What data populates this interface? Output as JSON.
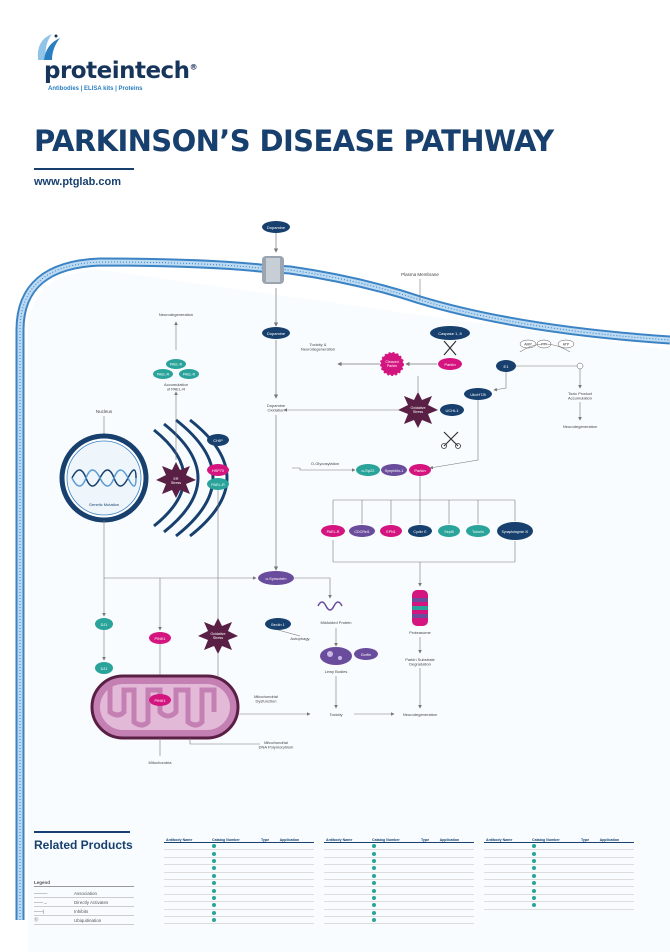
{
  "brand": {
    "name": "proteintech",
    "trademark": "®",
    "tagline": "Antibodies  |  ELISA kits  |  Proteins"
  },
  "title": "PARKINSON’S DISEASE PATHWAY",
  "website": "www.ptglab.com",
  "colors": {
    "navy": "#17406e",
    "teal": "#2aa39a",
    "magenta": "#d4147f",
    "purple": "#6a4c9c",
    "dark_purple": "#5a1f44",
    "membrane": "#3b83c4",
    "mito": "#c47fb3"
  },
  "diagram": {
    "plasma_membrane": "Plasma Membrane",
    "dopamine_out": "Dopamine",
    "dopamine_in": "Dopamine",
    "dopamine_oxidation": "Dopamine\nOxidation",
    "caspase": "Caspase 1, 8",
    "parkin_top": "Parkin",
    "toxicity_neuro": "Toxicity &\nNeurodegeneration",
    "cleaved_parkin": "Cleaved\nParkin",
    "amp": "AMP",
    "ppi": "PPi",
    "atp": "ATP",
    "e1": "E1",
    "ubch78": "UbcH7/8",
    "toxic_product": "Toxic Product\nAccumulation",
    "neurodegeneration_right": "Neurodegeneration",
    "oxidative_stress_center": "Oxidative\nStress",
    "uchl1": "UCHL1",
    "o_glycosylation": "O-Glycosylation",
    "a_sp22": "α-Sp22",
    "synphilin": "Synphilin-1",
    "parkin_mid": "Parkin",
    "substrates": [
      "PAEL-R",
      "CDCRel1",
      "EPN1",
      "Cyclin E",
      "Sept5",
      "Tubulin",
      "Synaptotagmin XI"
    ],
    "nucleus": "Nucleus",
    "genetic_mutation": "Genetic Mutation",
    "neurodegeneration_top": "Neurodegeneration",
    "pael_r": "PAEL-R",
    "accumulation": "Accumulation\nof PAEL-R",
    "er_stress": "ER\nStress",
    "chip": "CHIP",
    "hsp70": "HSP70",
    "pael_r_lower": "PAEL-R",
    "a_synuclein": "α-Synuclein",
    "misfolded": "Misfolded Protein",
    "beclin": "Beclin 1",
    "autophagy": "Autophagy",
    "dorfin": "Dorfin",
    "lewy": "Lewy Bodies",
    "proteasome": "Proteasome",
    "parkin_substrate": "Parkin Substrate\nDegradation",
    "dj1_upper": "DJ1",
    "dj1_lower": "DJ1",
    "pink1_upper": "PINK1",
    "pink1_mito": "PINK1",
    "oxidative_stress_low": "Oxidative\nStress",
    "mito_dys": "Mitochondrial\nDysfunction",
    "toxicity": "Toxicity",
    "neurodegeneration_bottom": "Neurodegeneration",
    "mito_dna": "Mitochondrial\nDNA Polymorphism",
    "mitochondria": "Mitochondria"
  },
  "related_products": {
    "title": "Related Products",
    "columns": [
      "Antibody Name",
      "Catalog Number",
      "Type",
      "Application"
    ]
  },
  "legend": {
    "title": "Legend",
    "items": [
      "Association",
      "Directly Activates",
      "Inhibits",
      "Ubiquitination"
    ]
  }
}
